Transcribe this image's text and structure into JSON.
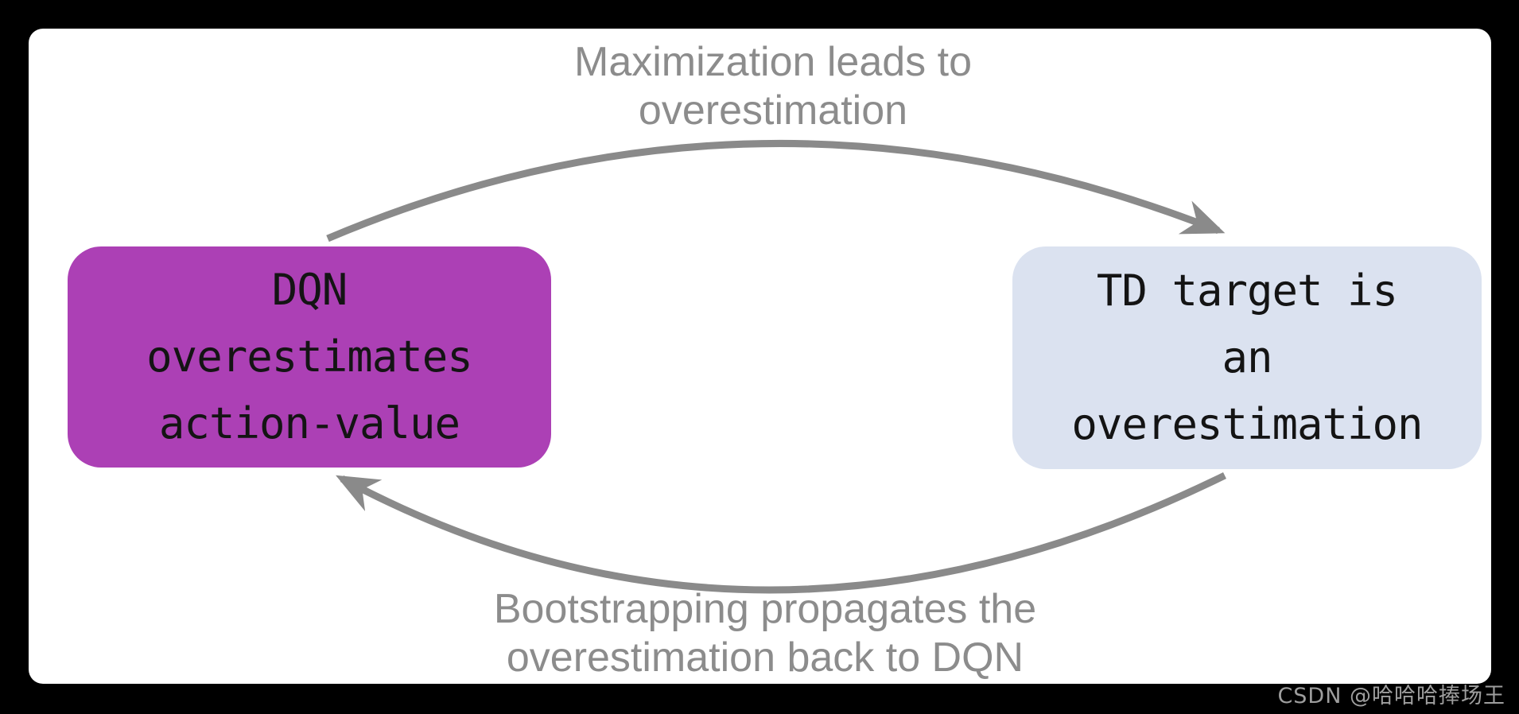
{
  "colors": {
    "canvas_bg": "#000000",
    "panel_bg": "#ffffff",
    "left_box_bg": "#ac40b5",
    "right_box_bg": "#dbe2f0",
    "box_text": "#141414",
    "arrow": "#8a8a8a",
    "label_text": "#8c8c8c",
    "watermark_text": "#9e9e9e"
  },
  "diagram": {
    "top_arrow": {
      "label_lines": [
        "Maximization leads to",
        "overestimation"
      ]
    },
    "bottom_arrow": {
      "label_lines": [
        "Bootstrapping propagates the",
        "overestimation back to DQN"
      ]
    },
    "left_box": {
      "lines": [
        "DQN",
        "overestimates",
        "action-value"
      ]
    },
    "right_box": {
      "lines": [
        "TD target is",
        "an",
        "overestimation"
      ]
    }
  },
  "watermark": "CSDN @哈哈哈捧场王"
}
